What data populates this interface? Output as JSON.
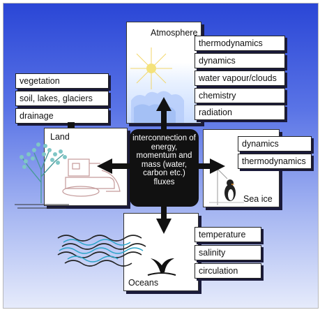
{
  "center_text": "interconnection of energy, momentum and mass (water, carbon etc.) fluxes",
  "atmosphere": {
    "title": "Atmosphere",
    "items": [
      "thermodynamics",
      "dynamics",
      "water vapour/clouds",
      "chemistry",
      "radiation"
    ]
  },
  "land": {
    "title": "Land",
    "items": [
      "vegetation",
      "soil, lakes, glaciers",
      "drainage"
    ]
  },
  "sea_ice": {
    "title": "Sea ice",
    "items": [
      "dynamics",
      "thermodynamics"
    ]
  },
  "oceans": {
    "title": "Oceans",
    "items": [
      "temperature",
      "salinity",
      "circulation"
    ]
  },
  "colors": {
    "background_top": "#2a46d6",
    "background_bottom": "#e6ebfb",
    "arrow": "#111111"
  }
}
